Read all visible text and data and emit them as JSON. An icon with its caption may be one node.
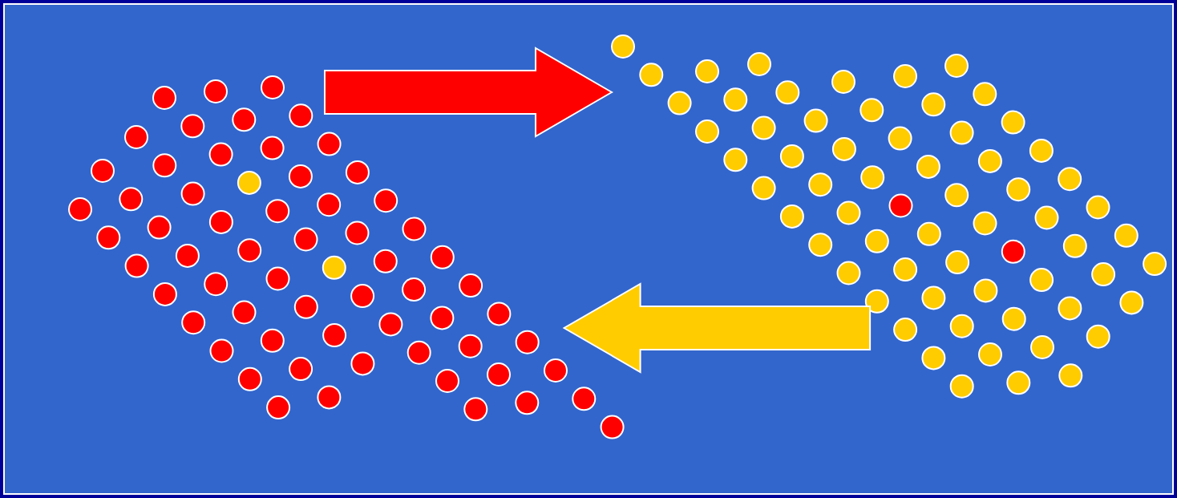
{
  "diagram": {
    "nodes": [
      {
        "text": [],
        "shape": "dots"
      },
      {
        "text": [],
        "shape": "dots"
      }
    ],
    "edges": [
      {
        "from": 0,
        "to": 1,
        "arrow": "to",
        "style": "thick",
        "color": "#ff0000"
      },
      {
        "from": 1,
        "to": 0,
        "arrow": "to",
        "style": "thick",
        "color": "#ffcc00"
      }
    ]
  }
}
